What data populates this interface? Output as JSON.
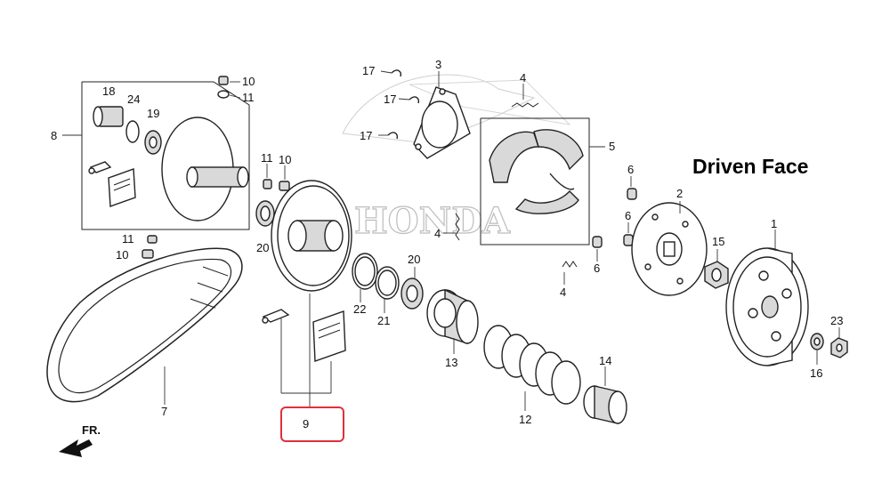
{
  "heading": "Driven Face",
  "watermark": "HONDA",
  "front_marker": "FR.",
  "highlight_color": "#e0303a",
  "callouts": [
    {
      "id": "c1",
      "label": "1"
    },
    {
      "id": "c2",
      "label": "2"
    },
    {
      "id": "c3",
      "label": "3"
    },
    {
      "id": "c4a",
      "label": "4"
    },
    {
      "id": "c4b",
      "label": "4"
    },
    {
      "id": "c4c",
      "label": "4"
    },
    {
      "id": "c5",
      "label": "5"
    },
    {
      "id": "c6a",
      "label": "6"
    },
    {
      "id": "c6b",
      "label": "6"
    },
    {
      "id": "c6c",
      "label": "6"
    },
    {
      "id": "c7",
      "label": "7"
    },
    {
      "id": "c8",
      "label": "8"
    },
    {
      "id": "c9",
      "label": "9"
    },
    {
      "id": "c10a",
      "label": "10"
    },
    {
      "id": "c10b",
      "label": "10"
    },
    {
      "id": "c10c",
      "label": "10"
    },
    {
      "id": "c11a",
      "label": "11"
    },
    {
      "id": "c11b",
      "label": "11"
    },
    {
      "id": "c11c",
      "label": "11"
    },
    {
      "id": "c12",
      "label": "12"
    },
    {
      "id": "c13",
      "label": "13"
    },
    {
      "id": "c14",
      "label": "14"
    },
    {
      "id": "c15",
      "label": "15"
    },
    {
      "id": "c16",
      "label": "16"
    },
    {
      "id": "c17a",
      "label": "17"
    },
    {
      "id": "c17b",
      "label": "17"
    },
    {
      "id": "c17c",
      "label": "17"
    },
    {
      "id": "c18",
      "label": "18"
    },
    {
      "id": "c19",
      "label": "19"
    },
    {
      "id": "c20a",
      "label": "20"
    },
    {
      "id": "c20b",
      "label": "20"
    },
    {
      "id": "c21",
      "label": "21"
    },
    {
      "id": "c22",
      "label": "22"
    },
    {
      "id": "c23",
      "label": "23"
    },
    {
      "id": "c24",
      "label": "24"
    }
  ]
}
